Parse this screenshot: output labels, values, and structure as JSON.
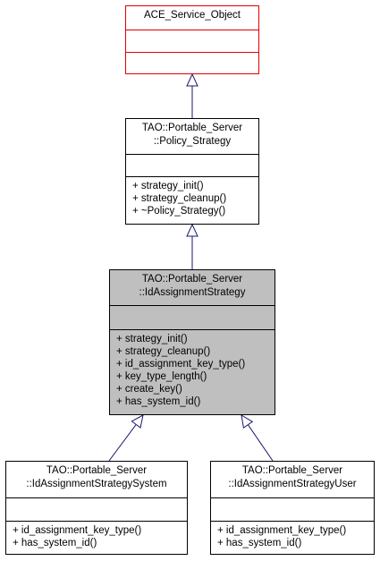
{
  "diagram": {
    "nodes": {
      "ace": {
        "title": [
          "ACE_Service_Object"
        ],
        "attributes": [],
        "methods": []
      },
      "policy": {
        "title": [
          "TAO::Portable_Server",
          "::Policy_Strategy"
        ],
        "attributes": [],
        "methods": [
          "+ strategy_init()",
          "+ strategy_cleanup()",
          "+ ~Policy_Strategy()"
        ]
      },
      "idassign": {
        "title": [
          "TAO::Portable_Server",
          "::IdAssignmentStrategy"
        ],
        "attributes": [],
        "methods": [
          "+ strategy_init()",
          "+ strategy_cleanup()",
          "+ id_assignment_key_type()",
          "+ key_type_length()",
          "+ create_key()",
          "+ has_system_id()"
        ]
      },
      "system": {
        "title": [
          "TAO::Portable_Server",
          "::IdAssignmentStrategySystem"
        ],
        "attributes": [],
        "methods": [
          "+ id_assignment_key_type()",
          "+ has_system_id()"
        ]
      },
      "user": {
        "title": [
          "TAO::Portable_Server",
          "::IdAssignmentStrategyUser"
        ],
        "attributes": [],
        "methods": [
          "+ id_assignment_key_type()",
          "+ has_system_id()"
        ]
      }
    },
    "edges": [
      {
        "from": "policy",
        "to": "ace"
      },
      {
        "from": "idassign",
        "to": "policy"
      },
      {
        "from": "system",
        "to": "idassign"
      },
      {
        "from": "user",
        "to": "idassign"
      }
    ],
    "colors": {
      "edge": "#191970",
      "highlight_border": "#e00000",
      "focus_fill": "#bfbfbf"
    }
  }
}
